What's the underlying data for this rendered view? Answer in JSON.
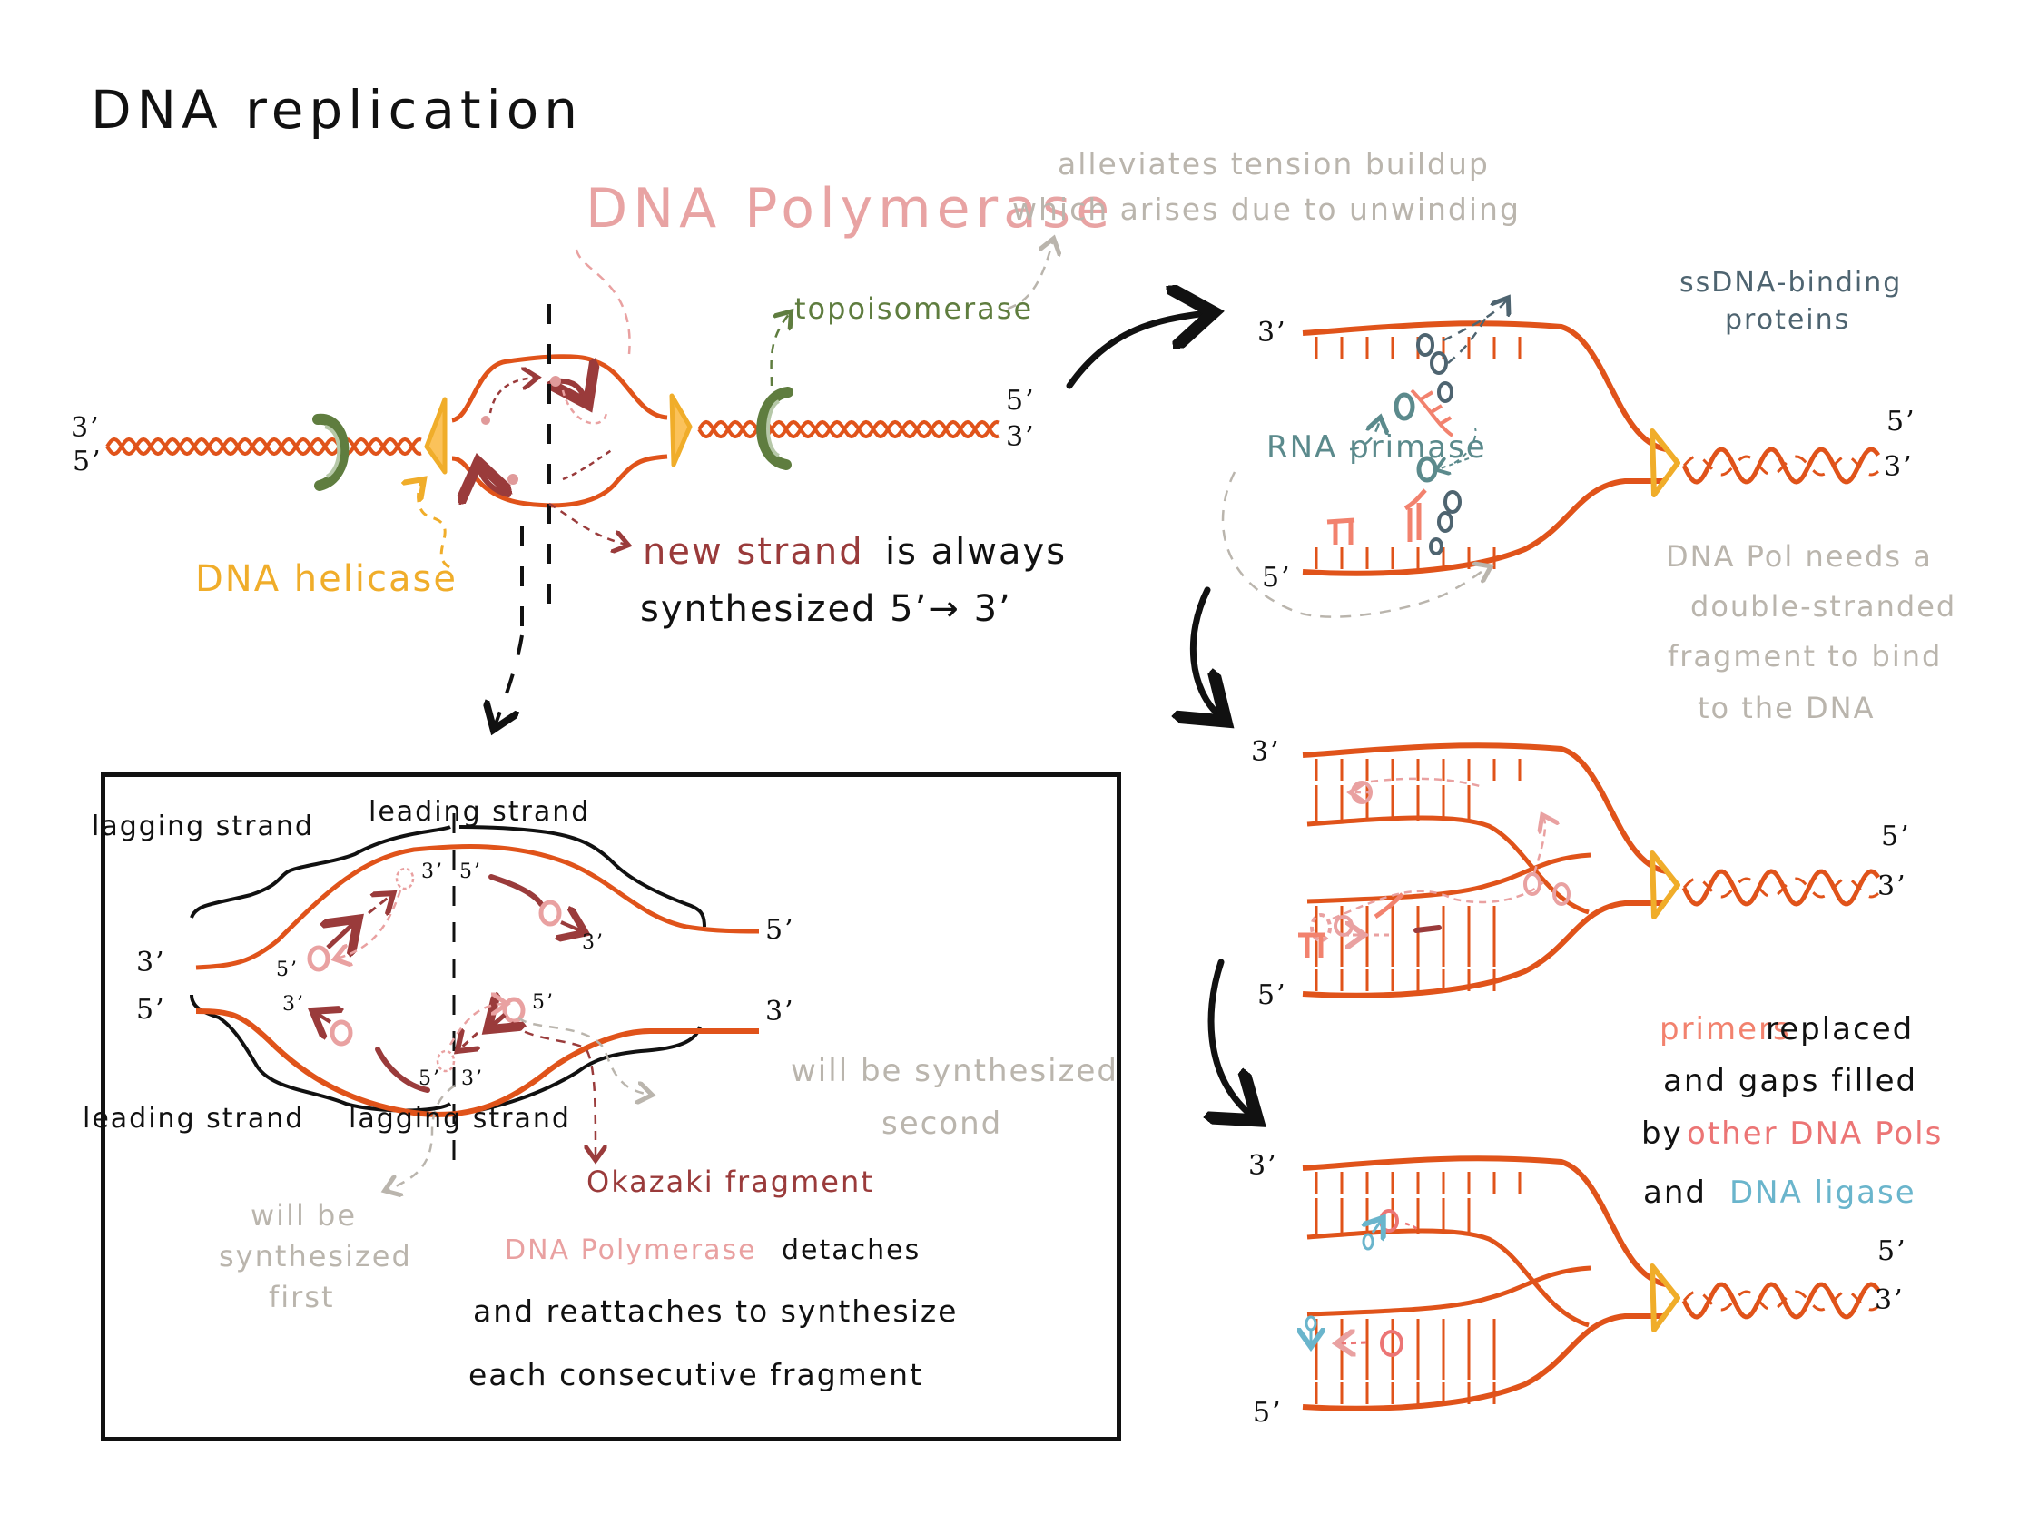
{
  "title": "DNA replication",
  "colors": {
    "strand": "#e0531a",
    "new_strand": "#9a3b3b",
    "polymerase": "#e8a3a3",
    "helicase": "#f0ad2a",
    "topoisomerase": "#5f7d3f",
    "ssb": "#4e6470",
    "primase": "#5b8a8c",
    "primer": "#f2826e",
    "ligase": "#6ab5cc",
    "note": "#bab5ad"
  },
  "overview": {
    "labels": {
      "polymerase": "DNA Polymerase",
      "topoisomerase": "topoisomerase",
      "topo_note_line1": "alleviates tension buildup",
      "topo_note_line2": "which arises due to unwinding",
      "helicase": "DNA helicase",
      "direction_line1_a": "new strand",
      "direction_line1_b": "is always",
      "direction_line2": "synthesized 5’→ 3’"
    },
    "ends": {
      "left_top": "3’",
      "left_bottom": "5’",
      "right_top": "5’",
      "right_bottom": "3’"
    }
  },
  "inset": {
    "labels": {
      "top_left": "lagging strand",
      "top_right": "leading strand",
      "bottom_left": "leading strand",
      "bottom_right": "lagging strand",
      "first_note_1": "will be",
      "first_note_2": "synthesized",
      "first_note_3": "first",
      "second_note_1": "will be synthesized",
      "second_note_2": "second",
      "okazaki": "Okazaki fragment",
      "detach_pol": "DNA Polymerase",
      "detach_line1": "detaches",
      "detach_line2": "and reattaches to synthesize",
      "detach_line3": "each consecutive fragment"
    },
    "ends": {
      "top_left": "3’",
      "top_right": "5’",
      "bottom_left": "5’",
      "bottom_right": "3’",
      "top_mid_left": "3’",
      "top_mid_right": "5’",
      "top_lag_5": "5’",
      "top_lead_3": "3’",
      "bot_mid_left": "5’",
      "bot_mid_right": "3’",
      "bot_lead_3": "3’",
      "bot_lag_5": "5’"
    }
  },
  "fork1": {
    "ssb_line1": "ssDNA-binding",
    "ssb_line2": "proteins",
    "primase": "RNA primase",
    "note_line1": "DNA Pol needs a",
    "note_line2": "double-stranded",
    "note_line3": "fragment to bind",
    "note_line4": "to the DNA",
    "ends": {
      "top_left": "3’",
      "bottom_left": "5’",
      "right_top": "5’",
      "right_bottom": "3’"
    }
  },
  "fork2": {
    "ends": {
      "top_left": "3’",
      "bottom_left": "5’",
      "right_top": "5’",
      "right_bottom": "3’"
    }
  },
  "fork3": {
    "note_primers": "primers",
    "note_replaced": "replaced",
    "note_line2": "and gaps filled",
    "note_by": "by",
    "note_other_pols": "other DNA Pols",
    "note_and": "and",
    "note_ligase": "DNA ligase",
    "ends": {
      "top_left": "3’",
      "bottom_left": "5’",
      "right_top": "5’",
      "right_bottom": "3’"
    }
  }
}
